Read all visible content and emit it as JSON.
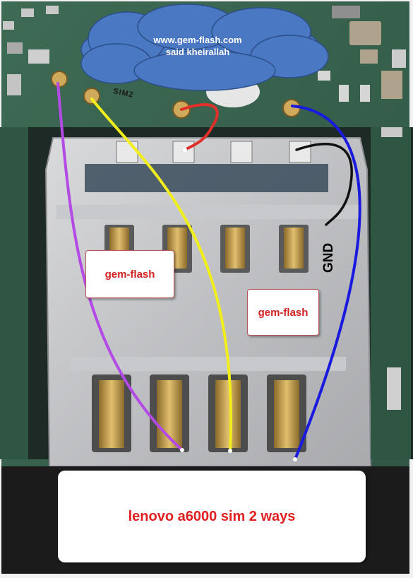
{
  "watermark": {
    "line1": "www.gem-flash.com",
    "line2": "said kheirallah"
  },
  "labels": {
    "left_box": "gem-flash",
    "right_box": "gem-flash",
    "gnd": "GND",
    "board_marking": "SIM2"
  },
  "caption": "lenovo a6000 sim 2 ways",
  "wire_colors": {
    "purple": "#b44ae6",
    "yellow": "#f2ee1c",
    "red": "#e0302a",
    "black": "#111111",
    "blue": "#1a1adf"
  }
}
